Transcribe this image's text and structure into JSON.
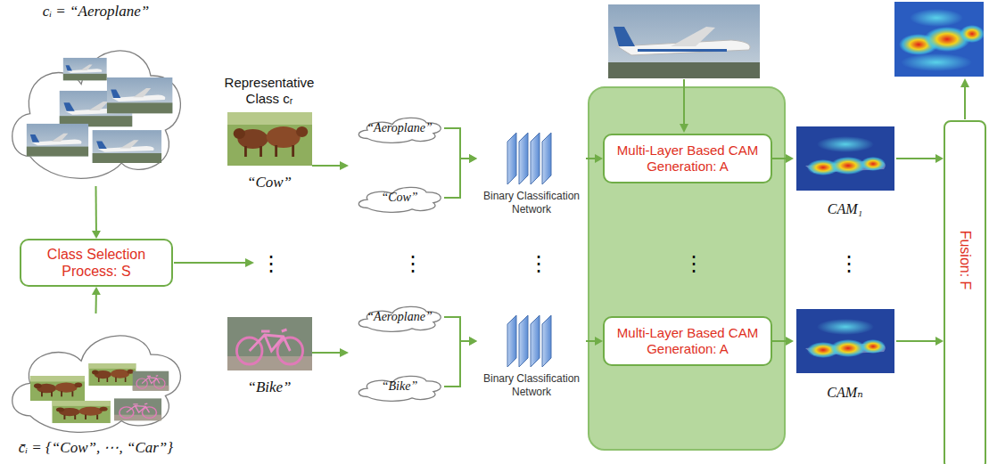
{
  "diagram": {
    "nodes": [
      {
        "text": [
          "cᵢ = “Aeroplane”"
        ]
      },
      {
        "text": [
          "Class Selection Process: S"
        ]
      },
      {
        "text": [
          "c̄ᵢ = {“Cow”, ⋯, “Car”}"
        ]
      },
      {
        "text": [
          "Representative Class cᵣ",
          "“Cow”"
        ]
      },
      {
        "text": [
          "“Bike”"
        ]
      },
      {
        "text": [
          "“Aeroplane”"
        ]
      },
      {
        "text": [
          "“Cow”"
        ]
      },
      {
        "text": [
          "“Aeroplane”"
        ]
      },
      {
        "text": [
          "“Bike”"
        ]
      },
      {
        "text": [
          "Binary Classification Network"
        ]
      },
      {
        "text": [
          "Binary Classification Network"
        ]
      },
      {
        "text": [
          "Multi-Layer Based CAM Generation: A"
        ]
      },
      {
        "text": [
          "Multi-Layer Based CAM Generation: A"
        ]
      },
      {
        "text": [
          "CAM₁"
        ]
      },
      {
        "text": [
          "CAMₙ"
        ]
      },
      {
        "text": [
          "Fusion: F"
        ]
      }
    ],
    "edges": [
      {
        "from": 0,
        "to": 1,
        "arrow": "to"
      },
      {
        "from": 2,
        "to": 1,
        "arrow": "to"
      },
      {
        "from": 5,
        "to": 9,
        "arrow": "to"
      },
      {
        "from": 6,
        "to": 9,
        "arrow": "to"
      },
      {
        "from": 7,
        "to": 10,
        "arrow": "to"
      },
      {
        "from": 8,
        "to": 10,
        "arrow": "to"
      },
      {
        "from": 9,
        "to": 11,
        "arrow": "to"
      },
      {
        "from": 10,
        "to": 12,
        "arrow": "to"
      },
      {
        "from": 11,
        "to": 13,
        "arrow": "to"
      },
      {
        "from": 12,
        "to": 14,
        "arrow": "to"
      },
      {
        "from": 13,
        "to": 15,
        "arrow": "to"
      },
      {
        "from": 14,
        "to": 15,
        "arrow": "to"
      }
    ],
    "labels": [
      "⋮",
      "⋮",
      "⋮",
      "⋮",
      "⋮"
    ]
  }
}
